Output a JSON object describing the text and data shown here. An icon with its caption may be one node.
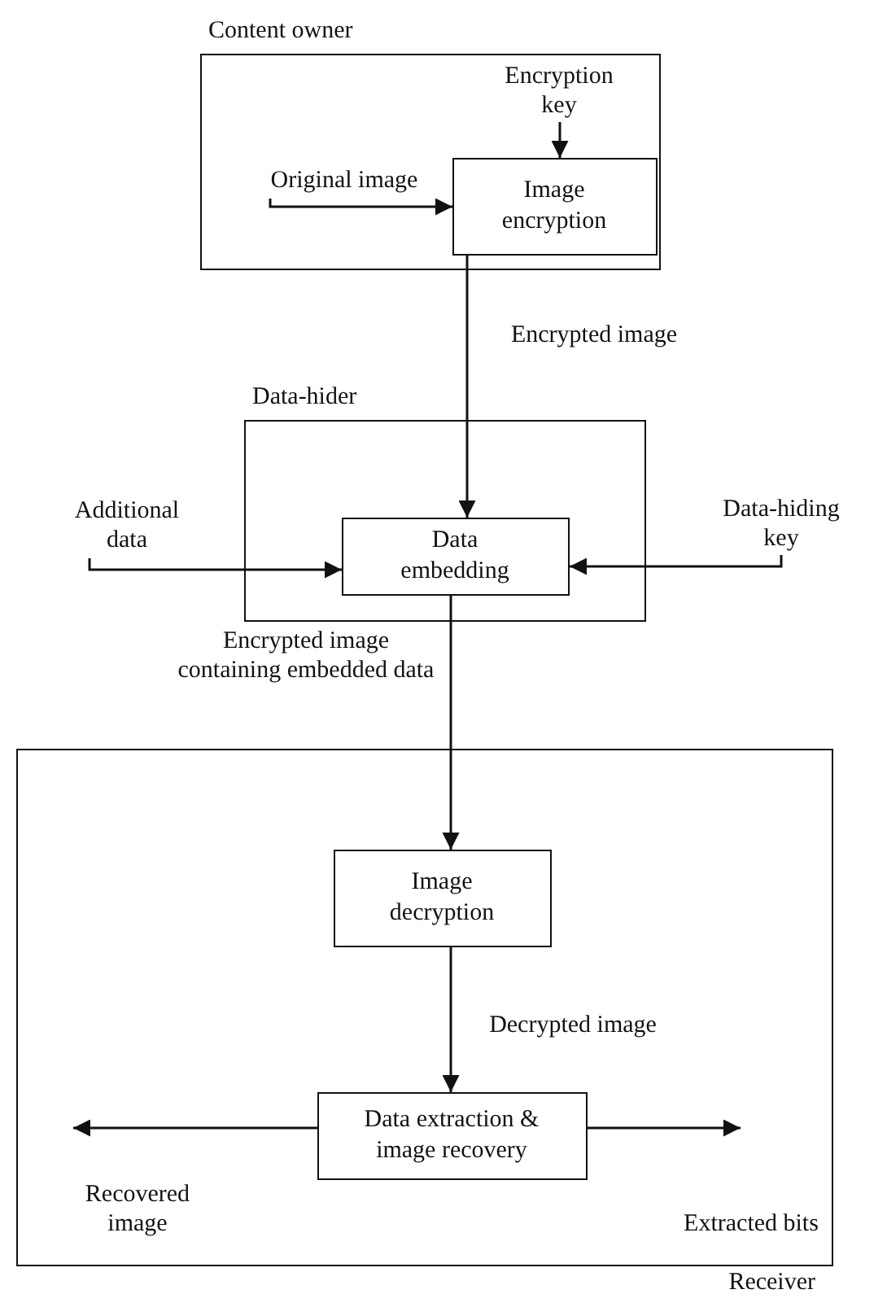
{
  "diagram": {
    "nodes": [
      {
        "text": [
          "Content owner"
        ]
      },
      {
        "text": [
          "Encryption key"
        ],
        "in": 0
      },
      {
        "text": [
          "Original image"
        ],
        "in": 0
      },
      {
        "text": [
          "Image encryption"
        ],
        "in": 0
      },
      {
        "text": [
          "Data-hider"
        ]
      },
      {
        "text": [
          "Additional data"
        ]
      },
      {
        "text": [
          "Data embedding"
        ],
        "in": 4
      },
      {
        "text": [
          "Data-hiding key"
        ]
      },
      {
        "text": [
          "Receiver"
        ]
      },
      {
        "text": [
          "Image decryption"
        ],
        "in": 8
      },
      {
        "text": [
          "Data extraction & image recovery"
        ],
        "in": 8
      },
      {
        "text": [
          "Recovered image"
        ],
        "in": 8
      },
      {
        "text": [
          "Extracted bits"
        ],
        "in": 8
      }
    ],
    "edges": [
      {
        "from": 1,
        "to": 3,
        "arrow": "to"
      },
      {
        "from": 2,
        "to": 3,
        "arrow": "to"
      },
      {
        "from": 3,
        "to": 6,
        "arrow": "to",
        "label": "Encrypted image"
      },
      {
        "from": 5,
        "to": 6,
        "arrow": "to"
      },
      {
        "from": 7,
        "to": 6,
        "arrow": "to"
      },
      {
        "from": 6,
        "to": 9,
        "arrow": "to",
        "label": "Encrypted image containing embedded data"
      },
      {
        "from": 9,
        "to": 10,
        "arrow": "to",
        "label": "Decrypted image"
      },
      {
        "from": 10,
        "to": 11,
        "arrow": "to"
      },
      {
        "from": 10,
        "to": 12,
        "arrow": "to"
      }
    ]
  }
}
